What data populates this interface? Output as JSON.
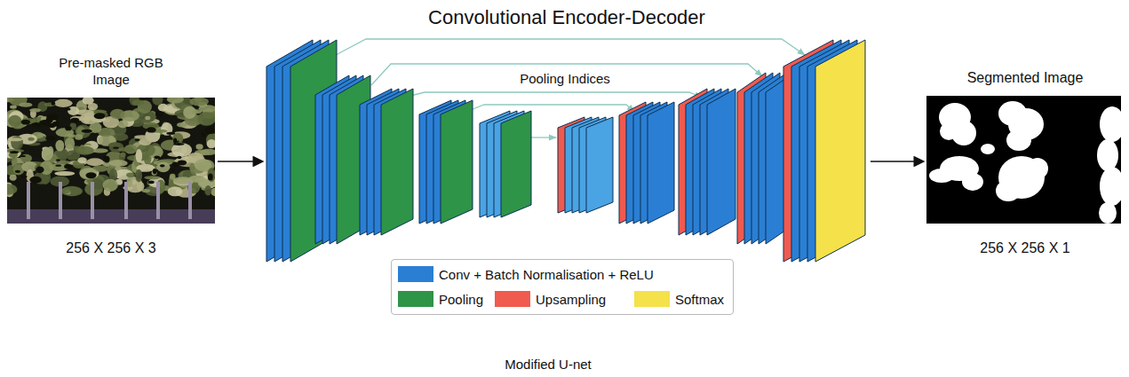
{
  "diagram": {
    "title": "Convolutional Encoder-Decoder",
    "caption": "Modified U-net",
    "nodes": [
      {
        "text": [
          "Pre-masked RGB Image",
          "256 X 256 X 3"
        ]
      },
      {
        "text": [
          "Convolutional Encoder-Decoder"
        ]
      },
      {
        "text": [
          "Segmented Image",
          "256 X 256 X 1"
        ]
      }
    ],
    "edges": [
      {
        "from": 0,
        "to": 1,
        "arrow": "to"
      },
      {
        "from": 1,
        "to": 2,
        "arrow": "to"
      }
    ],
    "labels": [
      "Pooling Indices"
    ],
    "legend": [
      {
        "text": "Conv + Batch Normalisation + ReLU",
        "color": "#2a7fd4"
      },
      {
        "text": "Pooling",
        "color": "#2e9448"
      },
      {
        "text": "Upsampling",
        "color": "#f05a4f"
      },
      {
        "text": "Softmax",
        "color": "#f5e14a"
      }
    ]
  }
}
